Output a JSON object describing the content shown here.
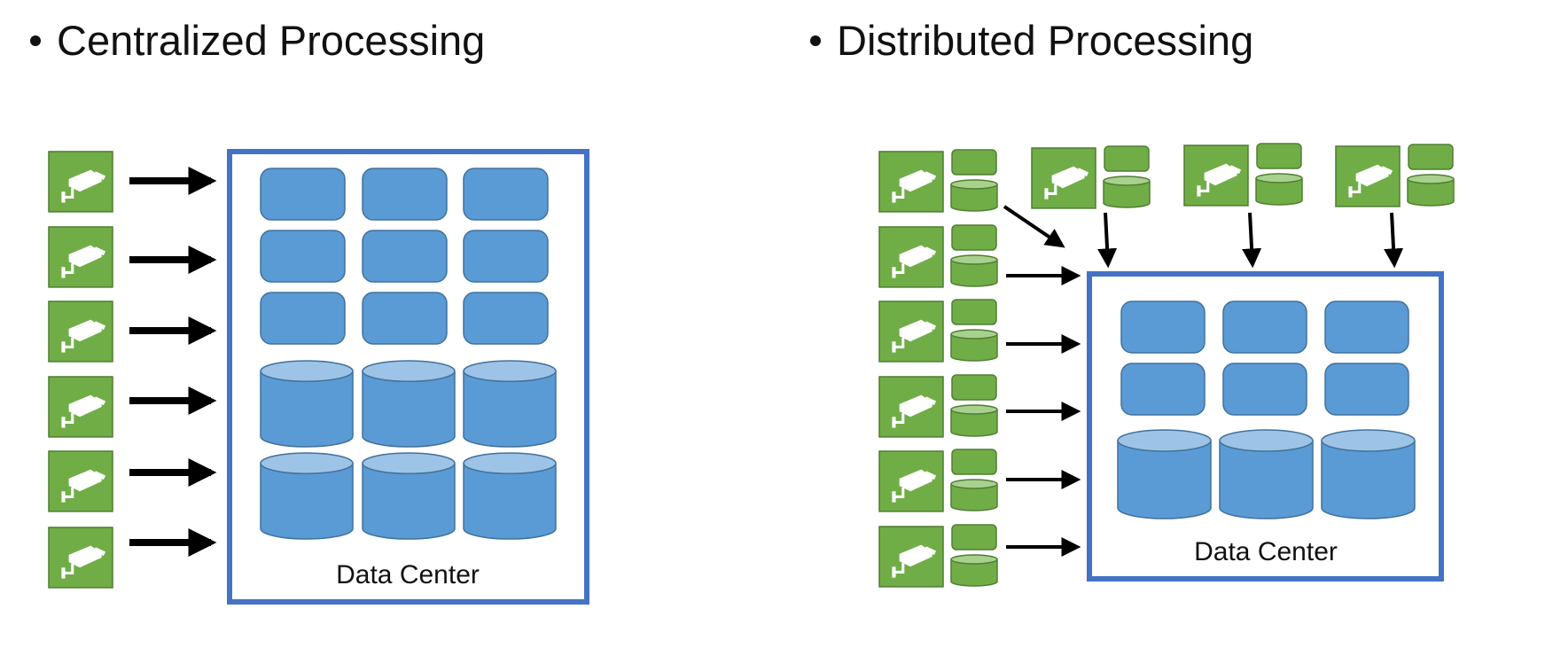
{
  "left_panel": {
    "title": "Centralized Processing",
    "data_center_label": "Data Center"
  },
  "right_panel": {
    "title": "Distributed Processing",
    "data_center_label": "Data Center"
  },
  "icons": {
    "camera": "security-camera-icon",
    "server": "server-icon",
    "database": "database-cylinder-icon"
  },
  "colors": {
    "camera_bg": "#70ad47",
    "camera_border": "#507e32",
    "server_fill": "#5b9bd5",
    "server_border": "#41719c",
    "cylinder_top": "#9dc3e6",
    "frame": "#4472c4",
    "edge_server": "#70ad47",
    "edge_cylinder_top": "#a9d18e"
  }
}
